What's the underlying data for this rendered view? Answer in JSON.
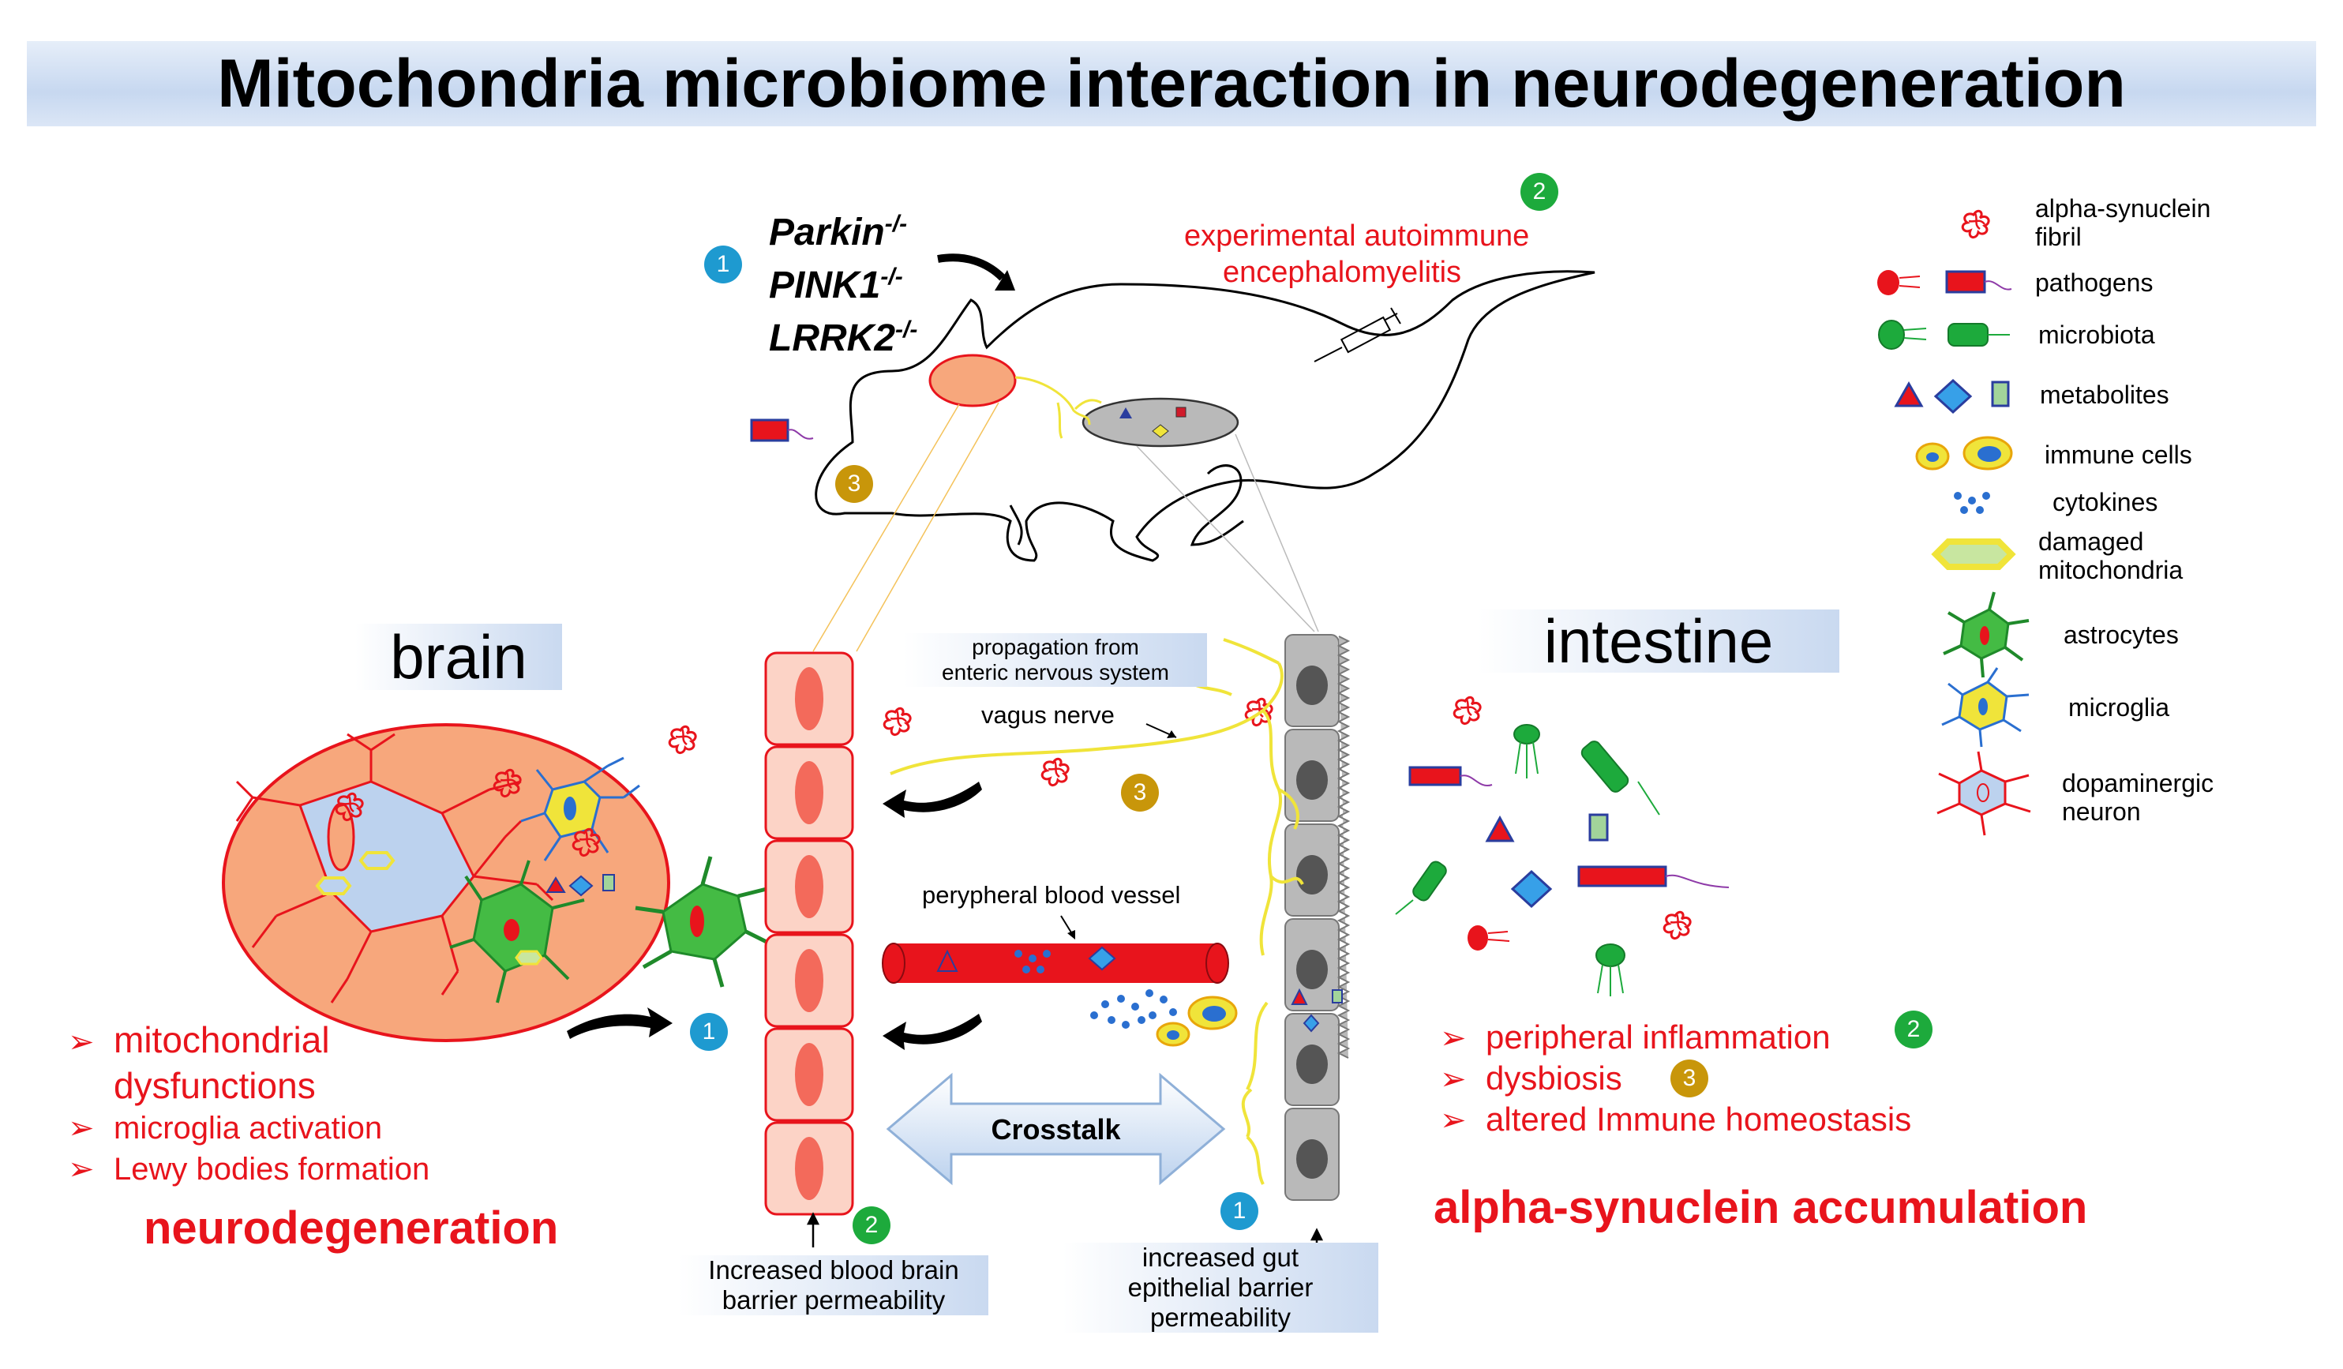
{
  "title": "Mitochondria microbiome interaction in neurodegeneration",
  "mouse": {
    "genes": [
      "Parkin",
      "PINK1",
      "LRRK2"
    ],
    "gene_superscript": "-/-",
    "eae_line1": "experimental autoimmune",
    "eae_line2": "encephalomyelitis"
  },
  "sections": {
    "brain": "brain",
    "intestine": "intestine"
  },
  "labels": {
    "propagation_line1": "propagation from",
    "propagation_line2": "enteric nervous  system",
    "vagus": "vagus nerve",
    "blood_vessel": "perypheral blood vessel",
    "crosstalk": "Crosstalk",
    "bbb_line1": "Increased blood brain",
    "bbb_line2": "barrier permeability",
    "gut_line1": "increased gut",
    "gut_line2": "epithelial barrier",
    "gut_line3": "permeability"
  },
  "brain_effects": {
    "items": [
      "mitochondrial",
      "dysfunctions",
      "microglia activation",
      "Lewy bodies formation"
    ],
    "outcome": "neurodegeneration"
  },
  "intestine_effects": {
    "items": [
      "peripheral inflammation",
      "dysbiosis",
      "altered Immune homeostasis"
    ],
    "outcome": "alpha-synuclein accumulation"
  },
  "badges": {
    "one": "1",
    "two": "2",
    "three": "3"
  },
  "legend": {
    "fibril1": "alpha-synuclein",
    "fibril2": "fibril",
    "pathogens": "pathogens",
    "microbiota": "microbiota",
    "metabolites": "metabolites",
    "immune": "immune cells",
    "cytokines": "cytokines",
    "mito1": "damaged",
    "mito2": "mitochondria",
    "astrocytes": "astrocytes",
    "microglia": "microglia",
    "dop1": "dopaminergic",
    "dop2": "neuron"
  },
  "colors": {
    "red": "#e8141c",
    "badge_blue": "#1e9ad0",
    "badge_green": "#1daa3c",
    "badge_gold": "#c8960a",
    "brain_fill": "#f7a77c",
    "cell_fill": "#fcd3c6",
    "epithelium": "#b9b9b9",
    "vessel": "#e8141c",
    "nerve": "#f0e43a"
  },
  "icons": [
    "fibril-icon",
    "pathogen-icon",
    "microbiota-icon",
    "metabolite-icon",
    "immune-cell-icon",
    "cytokine-icon",
    "mitochondria-icon",
    "astrocyte-icon",
    "microglia-icon",
    "neuron-icon",
    "syringe-icon",
    "mouse-icon"
  ]
}
